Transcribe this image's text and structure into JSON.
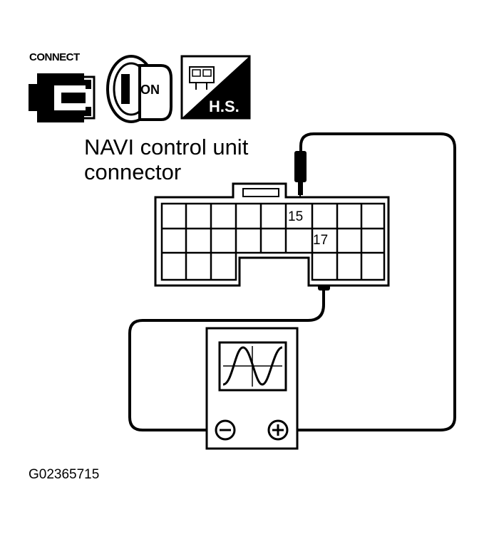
{
  "icons": {
    "connect_label": "CONNECT",
    "ignition_label": "ON",
    "harness_side_label": "H.S."
  },
  "connector": {
    "title_line1": "NAVI control unit",
    "title_line2": "connector",
    "pin_a": "15",
    "pin_b": "17"
  },
  "figure_code": "G02365715",
  "colors": {
    "ink": "#000000",
    "paper": "#ffffff"
  }
}
